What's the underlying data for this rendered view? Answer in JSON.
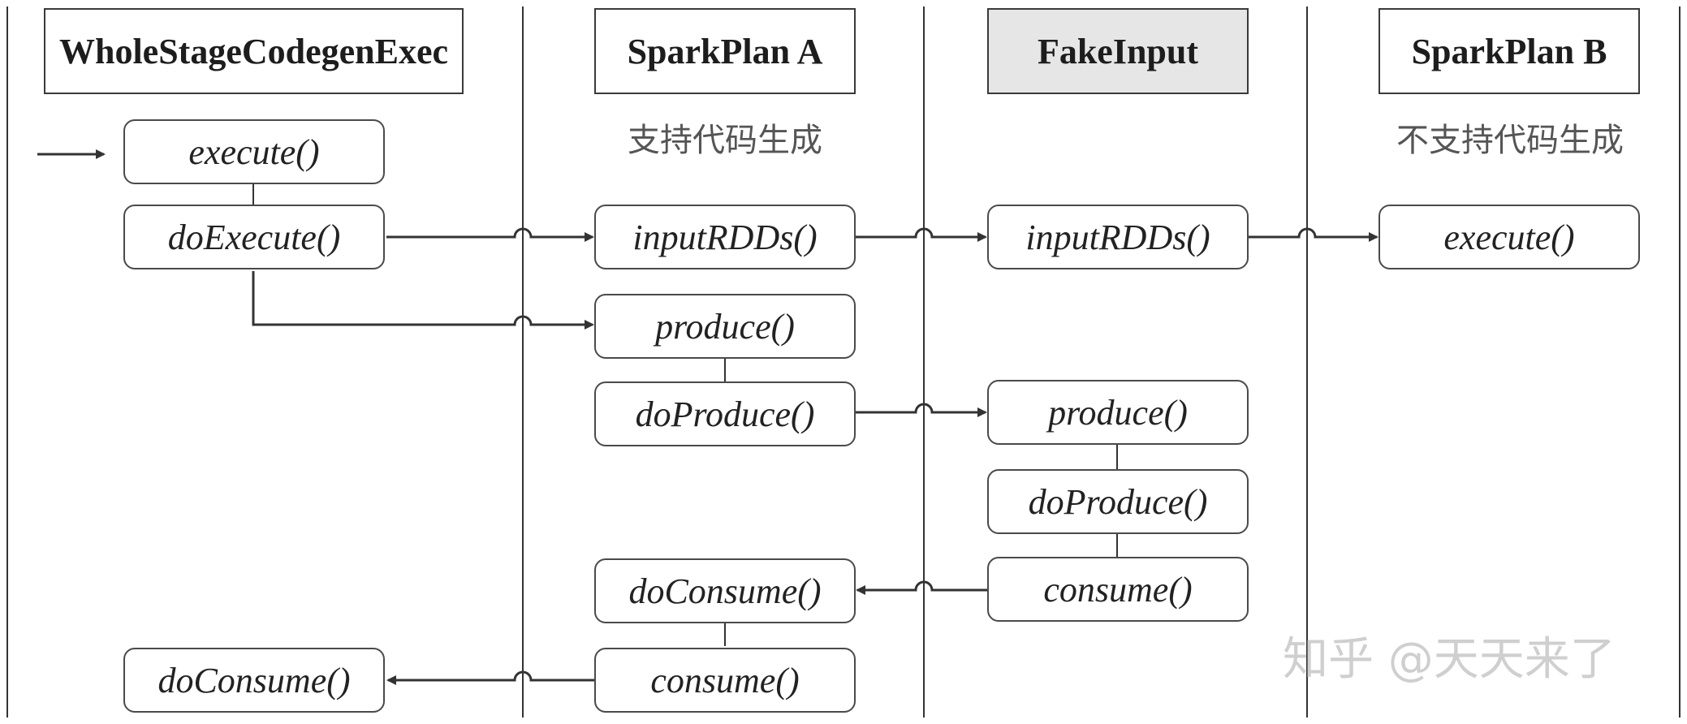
{
  "headers": [
    {
      "label": "WholeStageCodegenExec"
    },
    {
      "label": "SparkPlan A"
    },
    {
      "label": "FakeInput"
    },
    {
      "label": "SparkPlan B"
    }
  ],
  "notes": {
    "sparkplan_a": "支持代码生成",
    "sparkplan_b": "不支持代码生成"
  },
  "methods": {
    "w_execute": "execute()",
    "w_doexecute": "doExecute()",
    "w_doconsume": "doConsume()",
    "a_inputrdds": "inputRDDs()",
    "a_produce": "produce()",
    "a_doproduce": "doProduce()",
    "a_doconsume": "doConsume()",
    "a_consume": "consume()",
    "f_inputrdds": "inputRDDs()",
    "f_produce": "produce()",
    "f_doproduce": "doProduce()",
    "f_consume": "consume()",
    "b_execute": "execute()"
  },
  "watermark": "知乎 @天天来了"
}
